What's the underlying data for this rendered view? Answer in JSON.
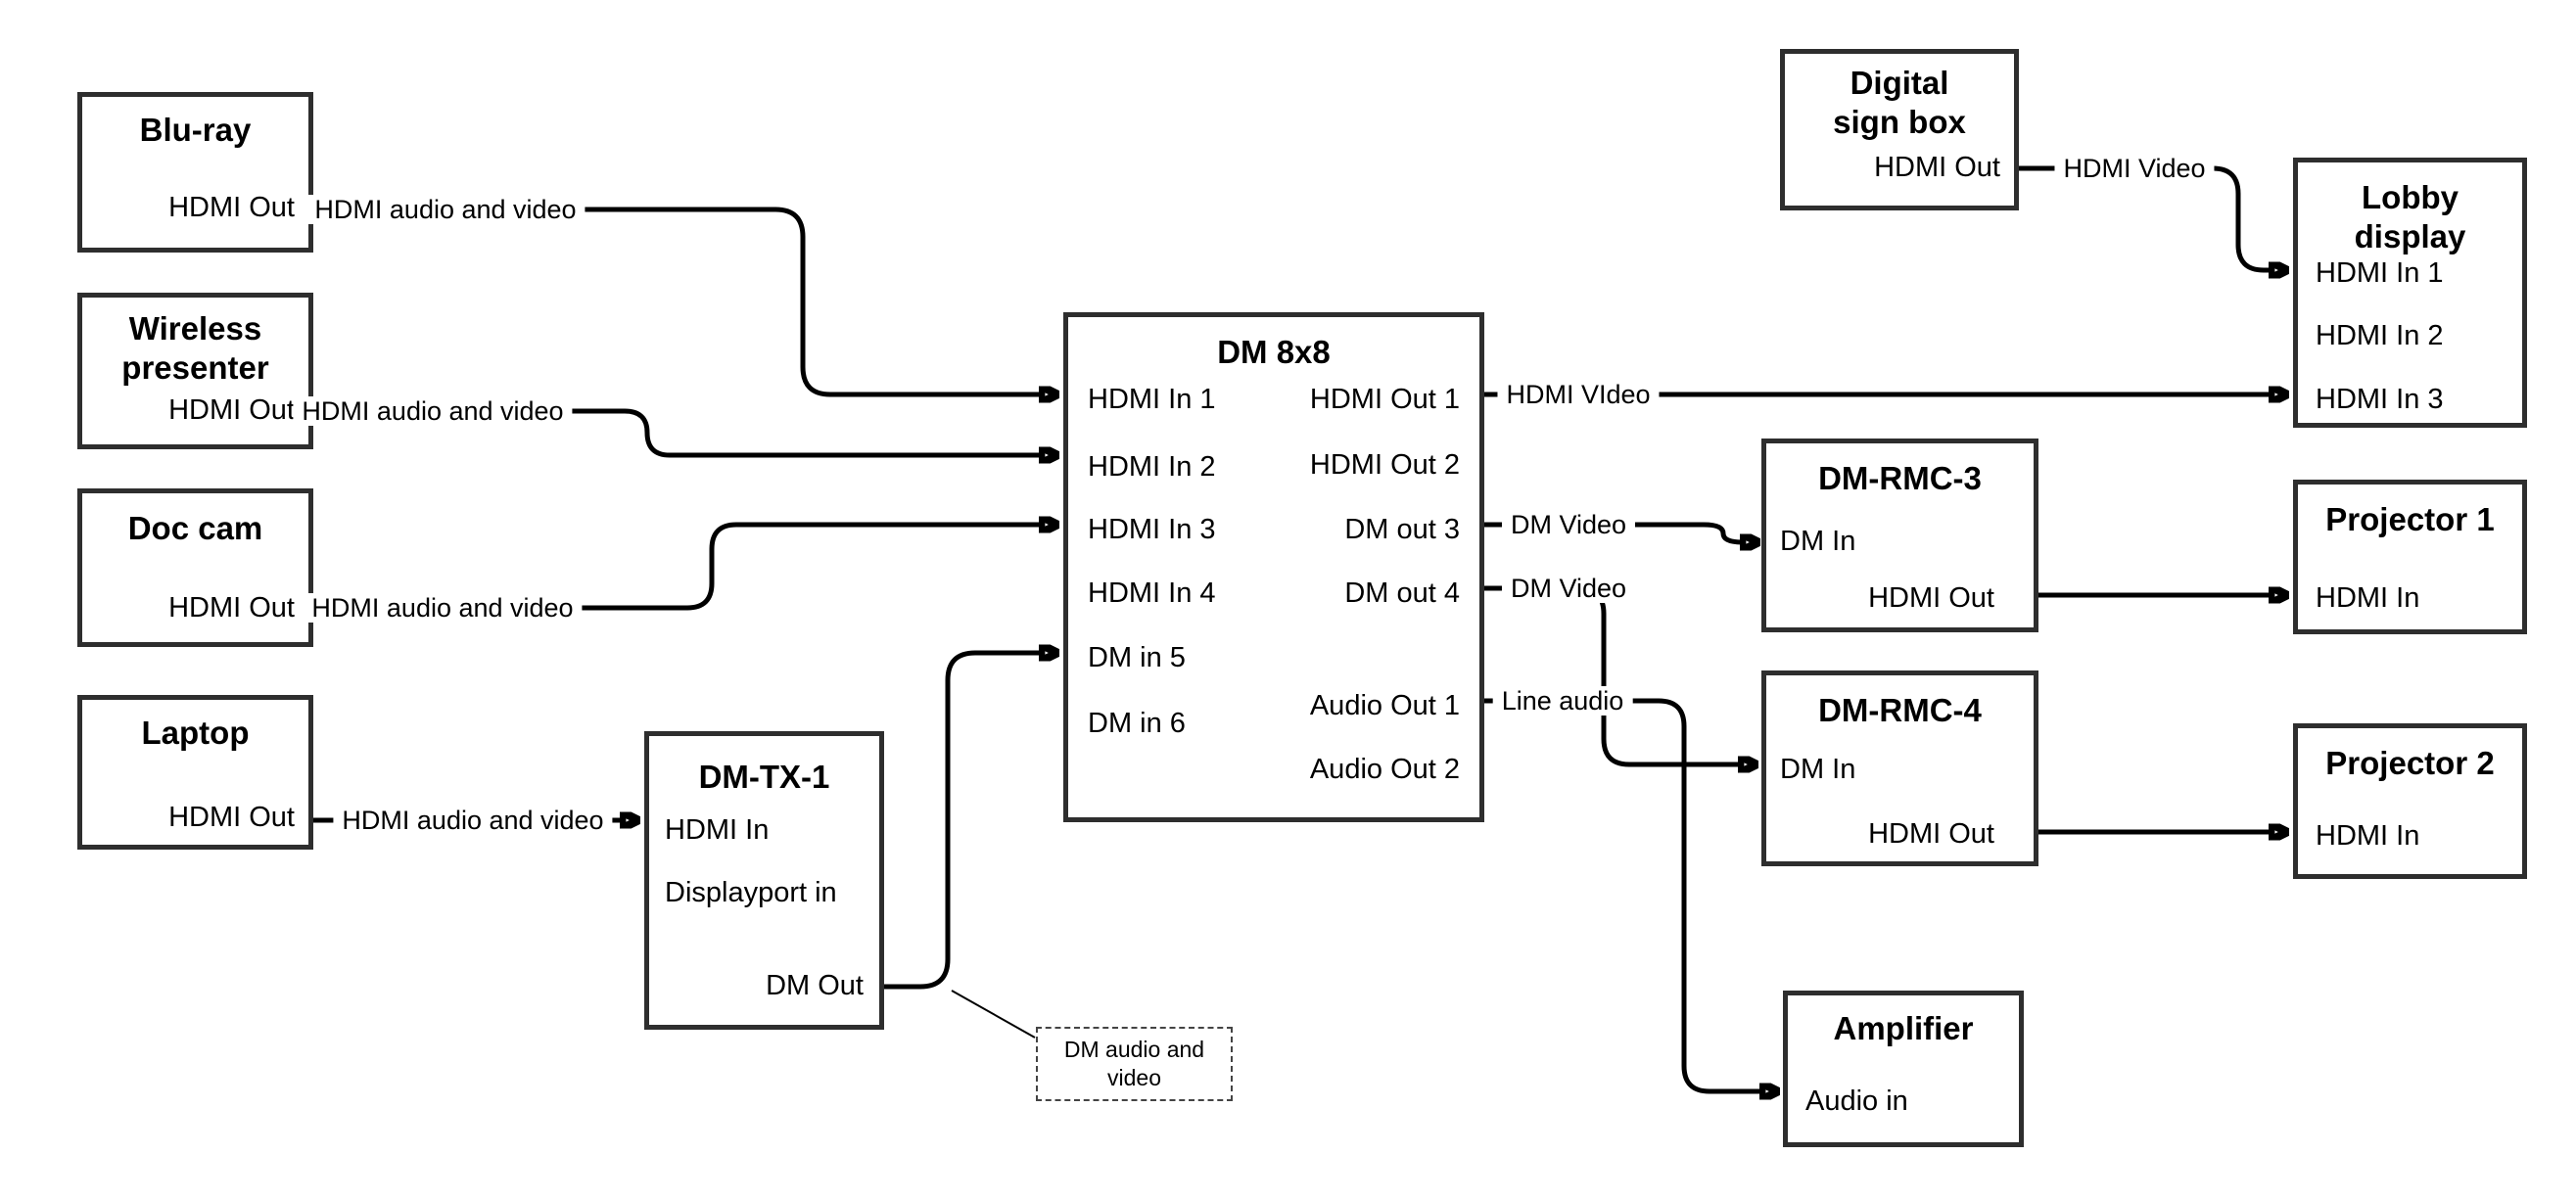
{
  "diagram": {
    "nodes": {
      "bluray": {
        "title": "Blu-ray",
        "port_out": "HDMI Out"
      },
      "wireless": {
        "title": "Wireless presenter",
        "port_out": "HDMI Out"
      },
      "doccam": {
        "title": "Doc cam",
        "port_out": "HDMI Out"
      },
      "laptop": {
        "title": "Laptop",
        "port_out": "HDMI Out"
      },
      "dmtx1": {
        "title": "DM-TX-1",
        "port_hdmi_in": "HDMI In",
        "port_dp_in": "Displayport in",
        "port_dm_out": "DM Out"
      },
      "dm8x8": {
        "title": "DM 8x8",
        "inputs": [
          "HDMI In 1",
          "HDMI In 2",
          "HDMI In 3",
          "HDMI In 4",
          "DM in 5",
          "DM in 6"
        ],
        "outputs": [
          "HDMI Out 1",
          "HDMI Out 2",
          "DM out 3",
          "DM out 4",
          "Audio Out 1",
          "Audio Out 2"
        ]
      },
      "digitalsign": {
        "title": "Digital sign box",
        "port_out": "HDMI Out"
      },
      "lobby": {
        "title": "Lobby display",
        "inputs": [
          "HDMI In 1",
          "HDMI In 2",
          "HDMI In 3"
        ]
      },
      "dmrmc3": {
        "title": "DM-RMC-3",
        "port_in": "DM In",
        "port_out": "HDMI Out"
      },
      "proj1": {
        "title": "Projector 1",
        "port_in": "HDMI In"
      },
      "dmrmc4": {
        "title": "DM-RMC-4",
        "port_in": "DM In",
        "port_out": "HDMI Out"
      },
      "proj2": {
        "title": "Projector 2",
        "port_in": "HDMI In"
      },
      "amplifier": {
        "title": "Amplifier",
        "port_in": "Audio in"
      }
    },
    "edge_labels": {
      "bluray_dm": "HDMI audio and video",
      "wireless_dm": "HDMI audio and video",
      "doccam_dm": "HDMI audio and video",
      "laptop_tx": "HDMI audio and video",
      "hdmi_out1": "HDMI VIdeo",
      "dm_out3": "DM Video",
      "dm_out4": "DM Video",
      "audio_out1": "Line audio",
      "digitalsign_lobby": "HDMI Video"
    },
    "callout": {
      "text": "DM audio and video"
    },
    "colors": {
      "line": "#000000",
      "box_border": "#2e2e2e",
      "background": "#ffffff",
      "text": "#000000"
    }
  }
}
